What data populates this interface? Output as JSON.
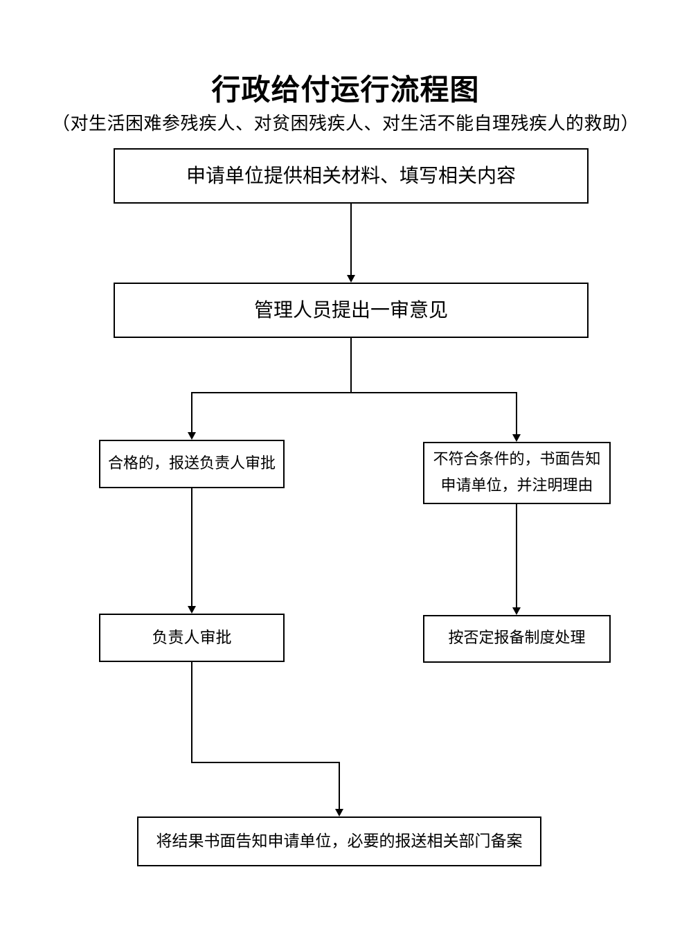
{
  "page": {
    "title": "行政给付运行流程图",
    "subtitle": "（对生活困难参残疾人、对贫困残疾人、对生活不能自理残疾人的救助）"
  },
  "flowchart": {
    "nodes": {
      "apply": {
        "label": "申请单位提供相关材料、填写相关内容"
      },
      "first_review": {
        "label": "管理人员提出一审意见"
      },
      "qualified": {
        "label": "合格的，报送负责人审批"
      },
      "not_qualified": {
        "line1": "不符合条件的，书面告知",
        "line2": "申请单位，并注明理由"
      },
      "leader_approval": {
        "label": "负责人审批"
      },
      "negative_record": {
        "label": "按否定报备制度处理"
      },
      "final_notice": {
        "label": "将结果书面告知申请单位，必要的报送相关部门备案"
      }
    },
    "colors": {
      "background": "#ffffff",
      "box_border": "#000000",
      "connector_line": "#000000",
      "text": "#000000"
    }
  }
}
